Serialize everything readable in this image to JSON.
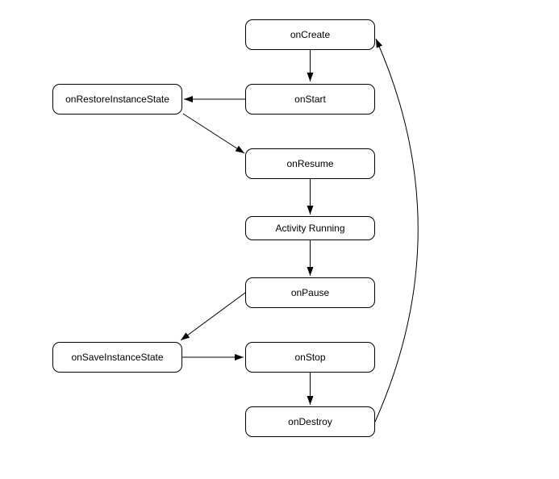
{
  "diagram": {
    "type": "flowchart",
    "nodes": [
      {
        "id": "onCreate",
        "label": "onCreate"
      },
      {
        "id": "onStart",
        "label": "onStart"
      },
      {
        "id": "onRestoreInstanceState",
        "label": "onRestoreInstanceState"
      },
      {
        "id": "onResume",
        "label": "onResume"
      },
      {
        "id": "activityRunning",
        "label": "Activity Running"
      },
      {
        "id": "onPause",
        "label": "onPause"
      },
      {
        "id": "onSaveInstanceState",
        "label": "onSaveInstanceState"
      },
      {
        "id": "onStop",
        "label": "onStop"
      },
      {
        "id": "onDestroy",
        "label": "onDestroy"
      }
    ],
    "edges": [
      {
        "from": "onCreate",
        "to": "onStart",
        "style": "straight"
      },
      {
        "from": "onStart",
        "to": "onRestoreInstanceState",
        "style": "straight"
      },
      {
        "from": "onRestoreInstanceState",
        "to": "onResume",
        "style": "diagonal"
      },
      {
        "from": "onResume",
        "to": "activityRunning",
        "style": "straight"
      },
      {
        "from": "activityRunning",
        "to": "onPause",
        "style": "straight"
      },
      {
        "from": "onPause",
        "to": "onSaveInstanceState",
        "style": "diagonal"
      },
      {
        "from": "onSaveInstanceState",
        "to": "onStop",
        "style": "straight"
      },
      {
        "from": "onStop",
        "to": "onDestroy",
        "style": "straight"
      },
      {
        "from": "onDestroy",
        "to": "onCreate",
        "style": "curved"
      }
    ],
    "colors": {
      "background": "#ffffff",
      "node_fill": "#ffffff",
      "node_border": "#000000",
      "edge": "#000000",
      "text": "#000000"
    }
  }
}
